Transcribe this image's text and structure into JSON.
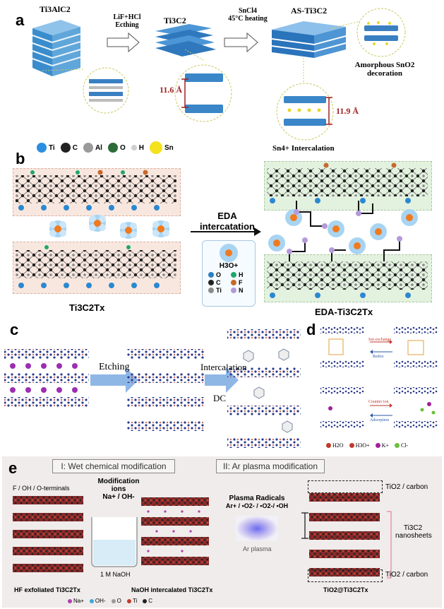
{
  "panel_a": {
    "label": "a",
    "stage1": "Ti3AlC2",
    "step1_line1": "LiF+HCl",
    "step1_line2": "Ecthing",
    "stage2": "Ti3C2",
    "step2_line1": "SnCl4",
    "step2_line2": "45°C heating",
    "stage3": "AS-Ti3C2",
    "d1": "11.6 Å",
    "d2": "11.9 Å",
    "amorphous_line1": "Amorphous SnO2",
    "amorphous_line2": "decoration",
    "intercalation": "Sn4+ Intercalation",
    "legend": [
      {
        "symbol": "Ti",
        "color": "#2b8fe0"
      },
      {
        "symbol": "C",
        "color": "#222222"
      },
      {
        "symbol": "Al",
        "color": "#9a9a9a"
      },
      {
        "symbol": "O",
        "color": "#2e6b3a"
      },
      {
        "symbol": "H",
        "color": "#cfcfcf"
      },
      {
        "symbol": "Sn",
        "color": "#f3e21c"
      }
    ]
  },
  "panel_b": {
    "label": "b",
    "arrow_line1": "EDA",
    "arrow_line2": "intercatation",
    "inset_title": "H3O+",
    "inset_legend": [
      {
        "symbol": "O",
        "color": "#2b7fc4"
      },
      {
        "symbol": "H",
        "color": "#b5611f"
      },
      {
        "symbol": "C",
        "color": "#222222"
      },
      {
        "symbol": "F",
        "color": "#c56a2b"
      },
      {
        "symbol": "Ti",
        "color": "#8a8a8a"
      },
      {
        "symbol": "N",
        "color": "#b49ad8"
      }
    ],
    "left_caption": "Ti3C2Tx",
    "right_caption": "EDA-Ti3C2Tx"
  },
  "panel_c": {
    "label": "c",
    "step1": "Etching",
    "step2_line1": "Intercalation",
    "step2_line2": "DC"
  },
  "panel_d": {
    "label": "d",
    "top_arrow1": "Ion exchange",
    "top_arrow2": "Redox",
    "bottom_arrow1": "Counter ion",
    "bottom_arrow2": "Adsorption",
    "legend": [
      {
        "symbol": "H2O",
        "color": "#c0392b"
      },
      {
        "symbol": "H3O+",
        "color": "#c0392b"
      },
      {
        "symbol": "K+",
        "color": "#a020a0"
      },
      {
        "symbol": "Cl-",
        "color": "#6bbf3a"
      }
    ]
  },
  "panel_e": {
    "label": "e",
    "title1": "I: Wet chemical modification",
    "title2": "II: Ar plasma modification",
    "terminals": "F / OH / O-terminals",
    "mod_title": "Modification ions",
    "mod_ions": "Na+ / OH-",
    "naoh": "1 M NaOH",
    "plasma_title": "Plasma Radicals",
    "plasma_species": "Ar+ / •O2- / •O2-/ •OH",
    "ar_plasma": "Ar plasma",
    "tio2_top": "TiO2 / carbon",
    "ti3c2_line1": "Ti3C2",
    "ti3c2_line2": "nanosheets",
    "tio2_bottom": "TiO2 / carbon",
    "cap1": "HF exfoliated Ti3C2Tx",
    "cap2": "NaOH intercalated Ti3C2Tx",
    "cap3": "TiO2@Ti3C2Tx",
    "legend": [
      {
        "symbol": "Na+",
        "color": "#b03fb0"
      },
      {
        "symbol": "OH-",
        "color": "#3aa8d8"
      },
      {
        "symbol": "O",
        "color": "#9a9a9a"
      },
      {
        "symbol": "Ti",
        "color": "#c0392b"
      },
      {
        "symbol": "C",
        "color": "#222222"
      }
    ]
  }
}
